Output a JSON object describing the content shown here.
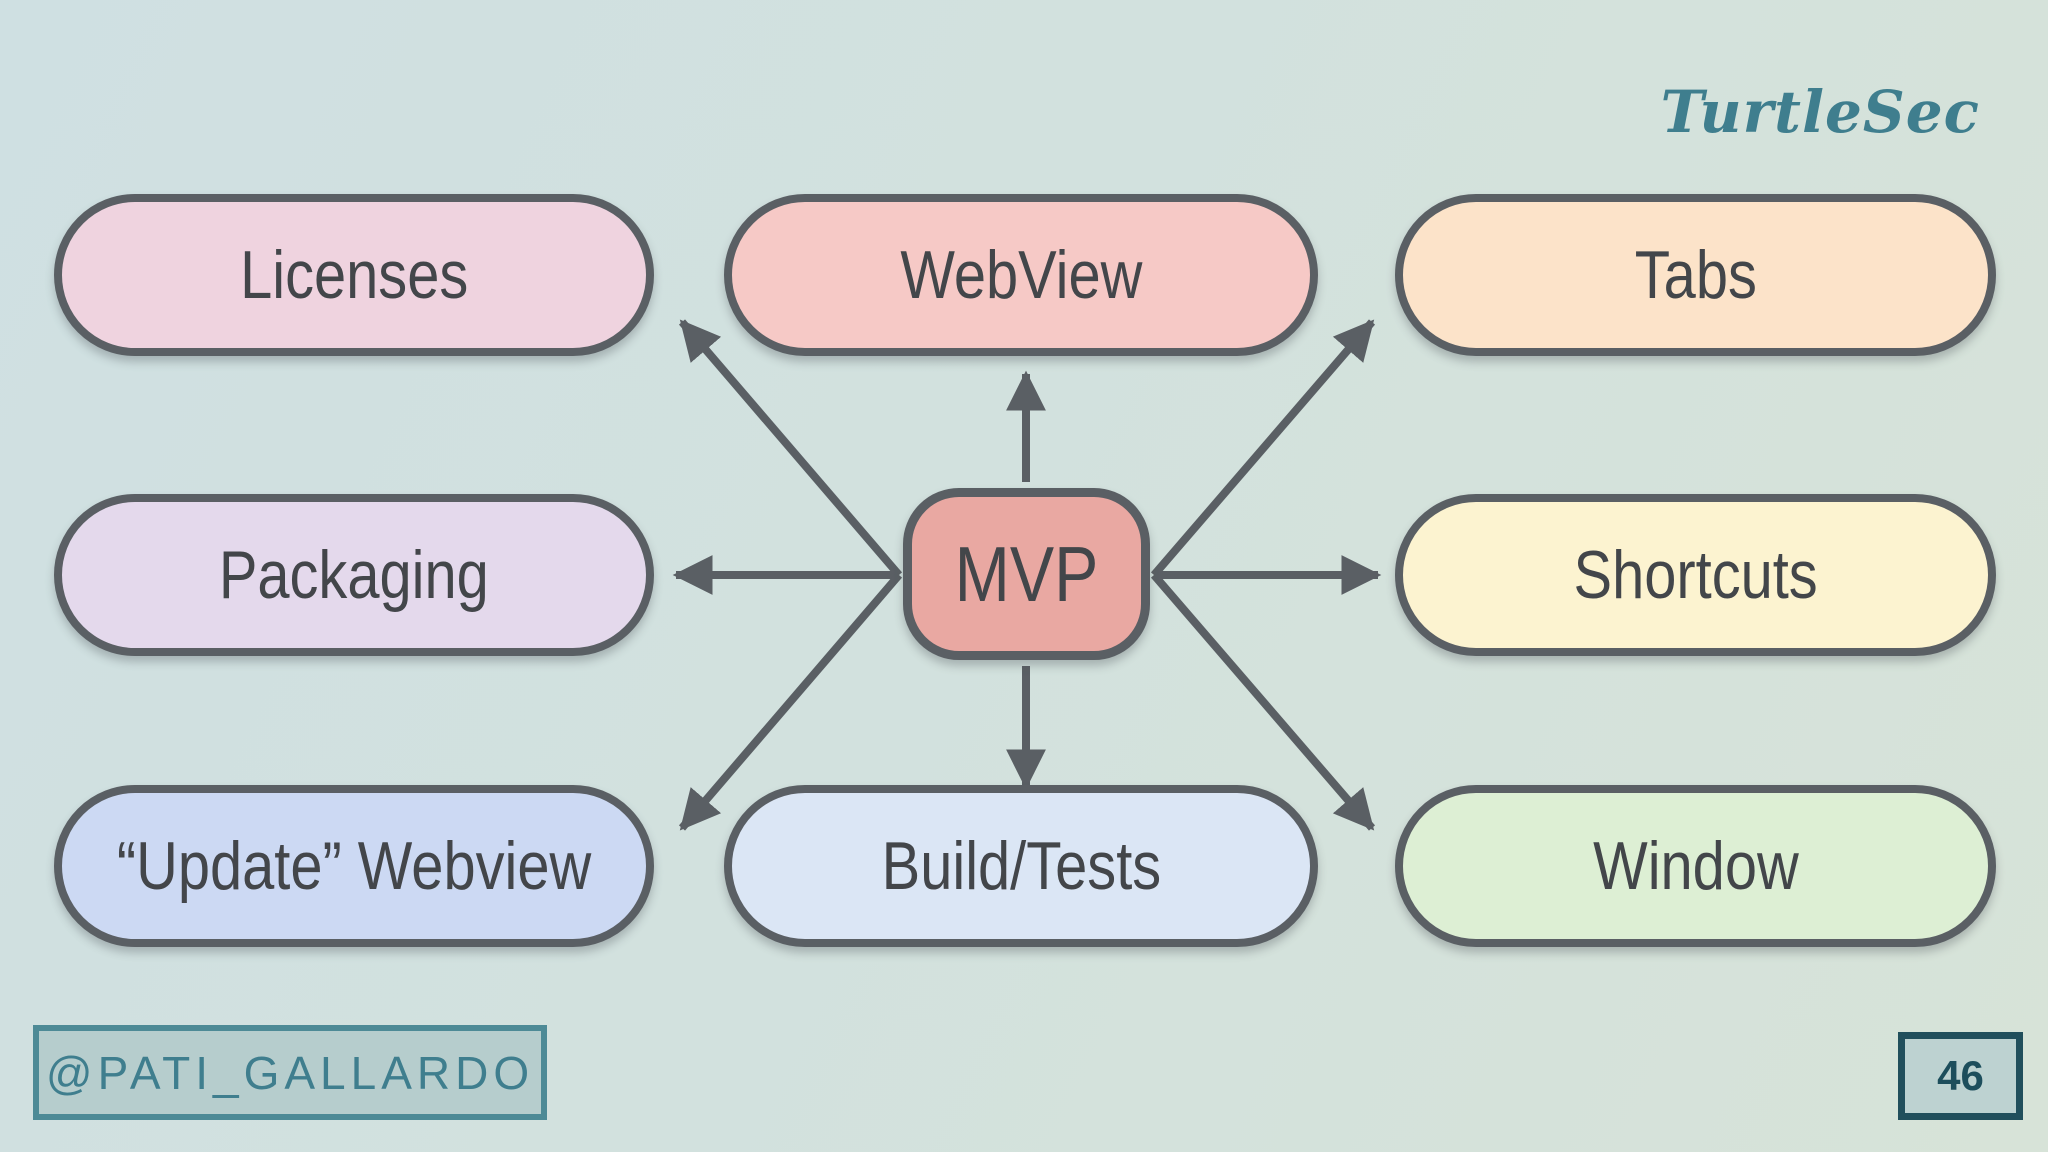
{
  "logo": {
    "text": "TurtleSec",
    "color": "#3f7e8e"
  },
  "diagram": {
    "center": {
      "id": "mvp",
      "label": "MVP",
      "fill": "#e9a8a2"
    },
    "nodes": [
      {
        "id": "licenses",
        "label": "Licenses",
        "fill": "#efd3df",
        "position": "top-left"
      },
      {
        "id": "webview",
        "label": "WebView",
        "fill": "#f6c9c6",
        "position": "top-center"
      },
      {
        "id": "tabs",
        "label": "Tabs",
        "fill": "#fce3c9",
        "position": "top-right"
      },
      {
        "id": "packaging",
        "label": "Packaging",
        "fill": "#e4d9ec",
        "position": "middle-left"
      },
      {
        "id": "shortcuts",
        "label": "Shortcuts",
        "fill": "#fcf3d0",
        "position": "middle-right"
      },
      {
        "id": "update-webview",
        "label": "“Update” Webview",
        "fill": "#ccd9f3",
        "position": "bottom-left"
      },
      {
        "id": "build-tests",
        "label": "Build/Tests",
        "fill": "#dbe6f5",
        "position": "bottom-center"
      },
      {
        "id": "window",
        "label": "Window",
        "fill": "#ddefd4",
        "position": "bottom-right"
      }
    ],
    "edges": [
      {
        "from": "mvp",
        "to": "webview"
      },
      {
        "from": "mvp",
        "to": "build-tests"
      },
      {
        "from": "mvp",
        "to": "packaging"
      },
      {
        "from": "mvp",
        "to": "shortcuts"
      },
      {
        "from": "mvp",
        "to": "licenses"
      },
      {
        "from": "mvp",
        "to": "tabs"
      },
      {
        "from": "mvp",
        "to": "update-webview"
      },
      {
        "from": "mvp",
        "to": "window"
      }
    ],
    "edge_color": "#5a5f64",
    "node_border_color": "#5a5f64",
    "node_text_color": "#43464a"
  },
  "footer": {
    "handle": "@PATI_GALLARDO",
    "page_number": "46",
    "handle_color": "#3f7e8e",
    "page_number_color": "#1d4e5c"
  },
  "background": {
    "left": "#cfe0e2",
    "right": "#d7e3d8"
  }
}
